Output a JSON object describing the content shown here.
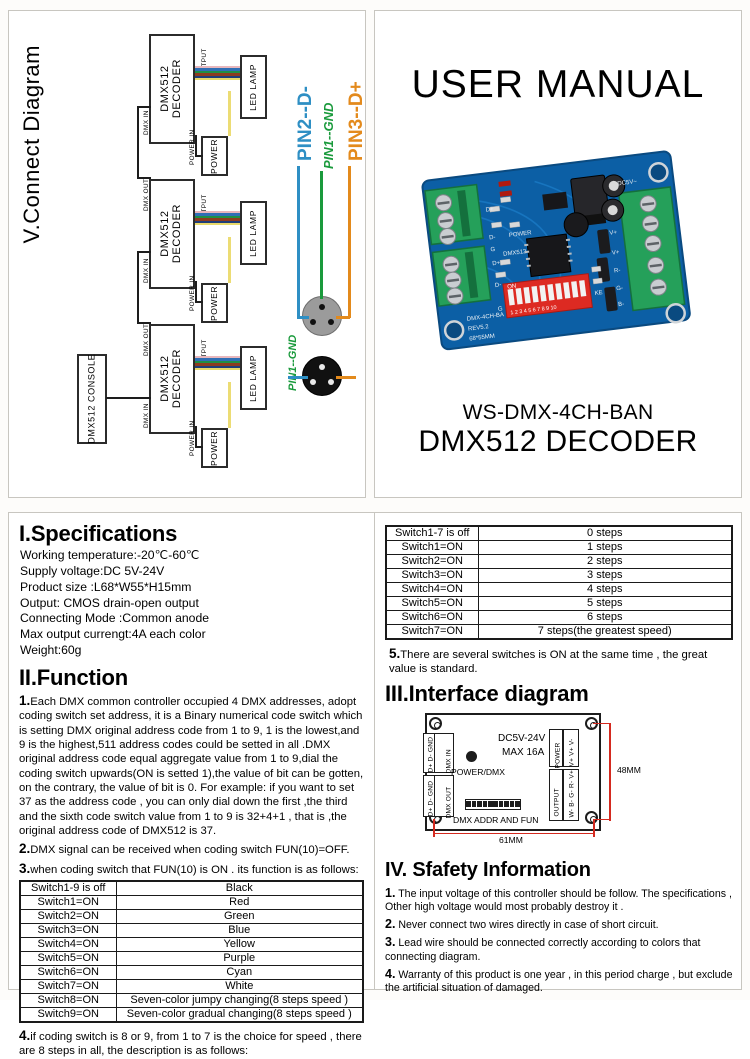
{
  "connect_diagram": {
    "title": "V.Connect Diagram",
    "console_label": "DMX512 CONSOLE",
    "decoder_label": "DMX512\nDECODER",
    "decoder_label_l1": "DMX512",
    "decoder_label_l2": "DECODER",
    "power_label": "POWER",
    "lamp_label": "LED LAMP",
    "port_dmx_in": "DMX IN",
    "port_dmx_out": "DMX OUT",
    "port_output": "OUTPUT",
    "port_power_in": "POWER IN",
    "pin_labels": {
      "pin2": "PIN2--D-",
      "pin1": "PIN1--GND",
      "pin3": "PIN3--D+",
      "pin1_lower": "PIN1--GND"
    },
    "pin_colors": {
      "pin2": "#2e8fc4",
      "pin1": "#1a9a3c",
      "pin3": "#e38a1c"
    }
  },
  "cover": {
    "title": "USER MANUAL",
    "product_code": "WS-DMX-4CH-BAN",
    "product_name": "DMX512 DECODER",
    "pcb_photo_alt": "dmx512-decoder-board"
  },
  "specifications": {
    "heading": "I.Specifications",
    "items": [
      "Working temperature:-20℃-60℃",
      "Supply voltage:DC 5V-24V",
      "Product size :L68*W55*H15mm",
      "Output: CMOS drain-open output",
      "Connecting Mode :Common anode",
      "Max output currengt:4A  each color",
      "Weight:60g"
    ]
  },
  "function": {
    "heading": "II.Function",
    "item1_num": "1.",
    "item1": "Each DMX common controller occupied 4 DMX addresses, adopt coding switch set address, it is a Binary numerical code switch which is setting DMX original address code from 1 to 9, 1 is the lowest,and 9 is the highest,511 address codes  could be setted  in all .DMX original address code equal aggregate value from 1 to 9,dial the coding switch upwards(ON is setted 1),the value of bit can be  gotten, on the contrary, the value of bit is 0. For example: if you want to set 37 as the address code , you can only dial down the first ,the third and the  sixth code switch value from 1 to 9 is 32+4+1 , that is ,the original address  code of DMX512 is 37.",
    "item2_num": "2.",
    "item2": "DMX signal can be received when coding switch FUN(10)=OFF.",
    "item3_num": "3.",
    "item3": "when coding switch that FUN(10) is ON . its function is as follows:",
    "item4_num": "4.",
    "item4": "if coding switch is 8 or 9,  from 1 to 7 is the choice for speed , there are 8 steps in all, the description is as follows:",
    "item5_num": "5.",
    "item5": "There are several switches is ON at the same time , the great value is standard."
  },
  "color_table": {
    "rows": [
      {
        "switch": "Switch1-9 is off",
        "value": "Black"
      },
      {
        "switch": "Switch1=ON",
        "value": "Red"
      },
      {
        "switch": "Switch2=ON",
        "value": "Green"
      },
      {
        "switch": "Switch3=ON",
        "value": "Blue"
      },
      {
        "switch": "Switch4=ON",
        "value": "Yellow"
      },
      {
        "switch": "Switch5=ON",
        "value": "Purple"
      },
      {
        "switch": "Switch6=ON",
        "value": "Cyan"
      },
      {
        "switch": "Switch7=ON",
        "value": "White"
      },
      {
        "switch": "Switch8=ON",
        "value": "Seven-color jumpy changing(8 steps speed )"
      },
      {
        "switch": "Switch9=ON",
        "value": "Seven-color gradual changing(8 steps speed )"
      }
    ]
  },
  "steps_table": {
    "rows": [
      {
        "switch": "Switch1-7 is off",
        "value": "0 steps"
      },
      {
        "switch": "Switch1=ON",
        "value": "1 steps"
      },
      {
        "switch": "Switch2=ON",
        "value": "2 steps"
      },
      {
        "switch": "Switch3=ON",
        "value": "3 steps"
      },
      {
        "switch": "Switch4=ON",
        "value": "4 steps"
      },
      {
        "switch": "Switch5=ON",
        "value": "5 steps"
      },
      {
        "switch": "Switch6=ON",
        "value": "6 steps"
      },
      {
        "switch": "Switch7=ON",
        "value": "7 steps(the greatest speed)"
      }
    ]
  },
  "interface": {
    "heading": "III.Interface diagram",
    "voltage_l1": "DC5V-24V",
    "voltage_l2": "MAX 16A",
    "power_dmx": "POWER/DMX",
    "dmx_in": "DMX IN",
    "dmx_out": "DMX OUT",
    "dmx_in_pins": "D+ D- GND",
    "dmx_out_pins": "D+ D- GND",
    "power_term": "POWER",
    "power_pins": "V+ V+ V-",
    "output_term": "OUTPUT",
    "output_pins": "W- B- G- R- V+",
    "dip_label": "DMX ADDR AND FUN",
    "dim_height": "48MM",
    "dim_width": "61MM",
    "dim_color": "#d42a1f"
  },
  "safety": {
    "heading": "IV. Sfafety Information",
    "items": [
      {
        "num": "1.",
        "text": "The input voltage of this controller should be follow. The specifications , Other high voltage would most probably destroy it ."
      },
      {
        "num": "2.",
        "text": "Never connect two wires directly in case of short circuit."
      },
      {
        "num": "3.",
        "text": "Lead wire should be connected correctly according to colors that connecting diagram."
      },
      {
        "num": "4.",
        "text": "Warranty of this product is one year , in this period charge , but exclude the artificial situation of damaged."
      }
    ]
  }
}
